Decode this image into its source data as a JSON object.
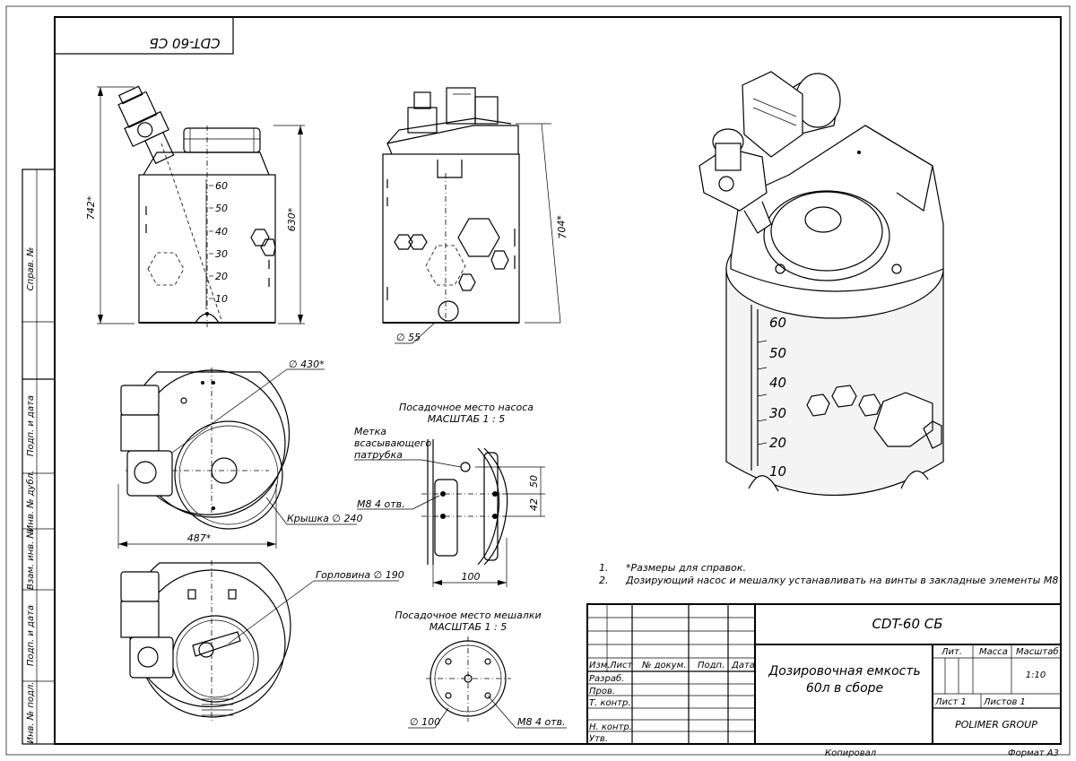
{
  "drawing": {
    "code_mirrored": "CDT-60 СБ",
    "front_view": {
      "height": "742*",
      "body_height": "630*"
    },
    "side_view": {
      "height": "704*",
      "outlet_diameter": "∅ 55"
    },
    "top_view": {
      "diameter": "∅ 430*",
      "width": "487*",
      "lid_label": "Крышка ∅ 240"
    },
    "top_view2": {
      "neck_label": "Горловина ∅ 190"
    },
    "scale_marks": [
      "60",
      "50",
      "40",
      "30",
      "20",
      "10"
    ],
    "pump_seat": {
      "title": "Посадочное место насоса",
      "scale": "МАСШТАБ 1 : 5",
      "suction_mark": "Метка всасывающего патрубка",
      "suction_mark_lines": [
        "Метка",
        "всасывающего",
        "патрубка"
      ],
      "holes": "М8 4 отв.",
      "dim_50": "50",
      "dim_42": "42",
      "dim_100": "100"
    },
    "mixer_seat": {
      "title": "Посадочное место мешалки",
      "scale": "МАСШТАБ 1 : 5",
      "diameter": "∅ 100",
      "holes": "М8 4 отв."
    },
    "notes": [
      {
        "num": "1.",
        "text": "*Размеры для справок."
      },
      {
        "num": "2.",
        "text": "Дозирующий насос и мешалку устанавливать на винты в закладные элементы М8"
      }
    ]
  },
  "side_stamps": [
    "Справ. №",
    "Подп. и дата",
    "Инв. № дубл.",
    "Взам. инв. №",
    "Подп. и дата",
    "Инв. № подл."
  ],
  "title_block": {
    "designation": "CDT-60 СБ",
    "name_line1": "Дозировочная емкость",
    "name_line2": "60л в сборе",
    "col_headers": [
      "Изм.",
      "Лист",
      "№ докум.",
      "Подп.",
      "Дата"
    ],
    "row_labels": [
      "Разраб.",
      "Пров.",
      "Т. контр.",
      "",
      "Н. контр.",
      "Утв."
    ],
    "lit": "Лит.",
    "mass": "Масса",
    "scale_label": "Масштаб",
    "scale_value": "1:10",
    "sheet": "Лист 1",
    "sheets": "Листов 1",
    "company": "POLIMER GROUP",
    "copied": "Копировал",
    "format": "Формат А3"
  }
}
